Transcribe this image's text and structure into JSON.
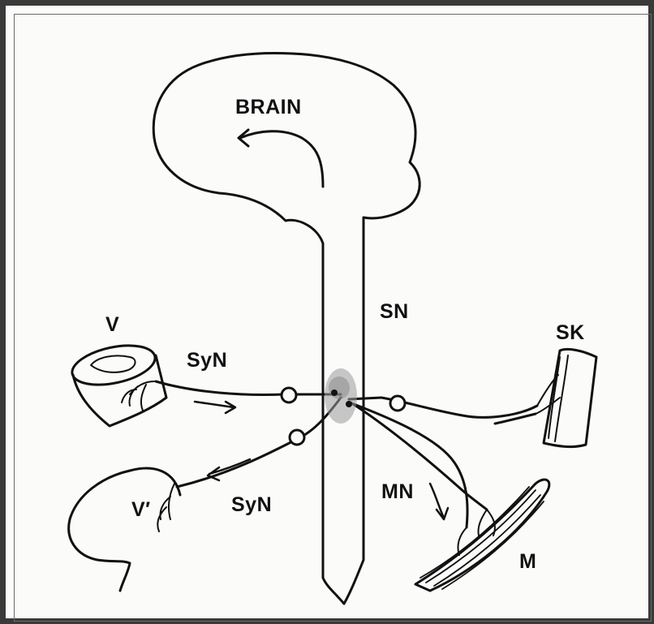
{
  "labels": {
    "brain": "BRAIN",
    "sn": "SN",
    "v": "V",
    "syn_top": "SyN",
    "sk": "SK",
    "v_prime": "V′",
    "syn_bottom": "SyN",
    "mn": "MN",
    "m": "M"
  },
  "colors": {
    "ink": "#111111",
    "paper": "#fbfbfa",
    "frame": "#3a3a3a",
    "nucleus": "#9a9a9a"
  }
}
